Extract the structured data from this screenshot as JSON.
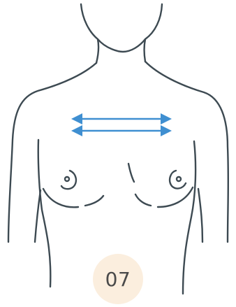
{
  "step": {
    "number": "07"
  },
  "arrows": {
    "direction": "bidirectional-horizontal",
    "count": 2
  },
  "colors": {
    "background": "#ffffff",
    "outline": "#3d4a52",
    "arrow": "#3f8fd1",
    "badge_background": "#fbeede",
    "badge_text": "#4a4a4a"
  },
  "icons": {
    "figure": "torso-outline-icon",
    "arrow": "double-headed-arrow-icon"
  }
}
